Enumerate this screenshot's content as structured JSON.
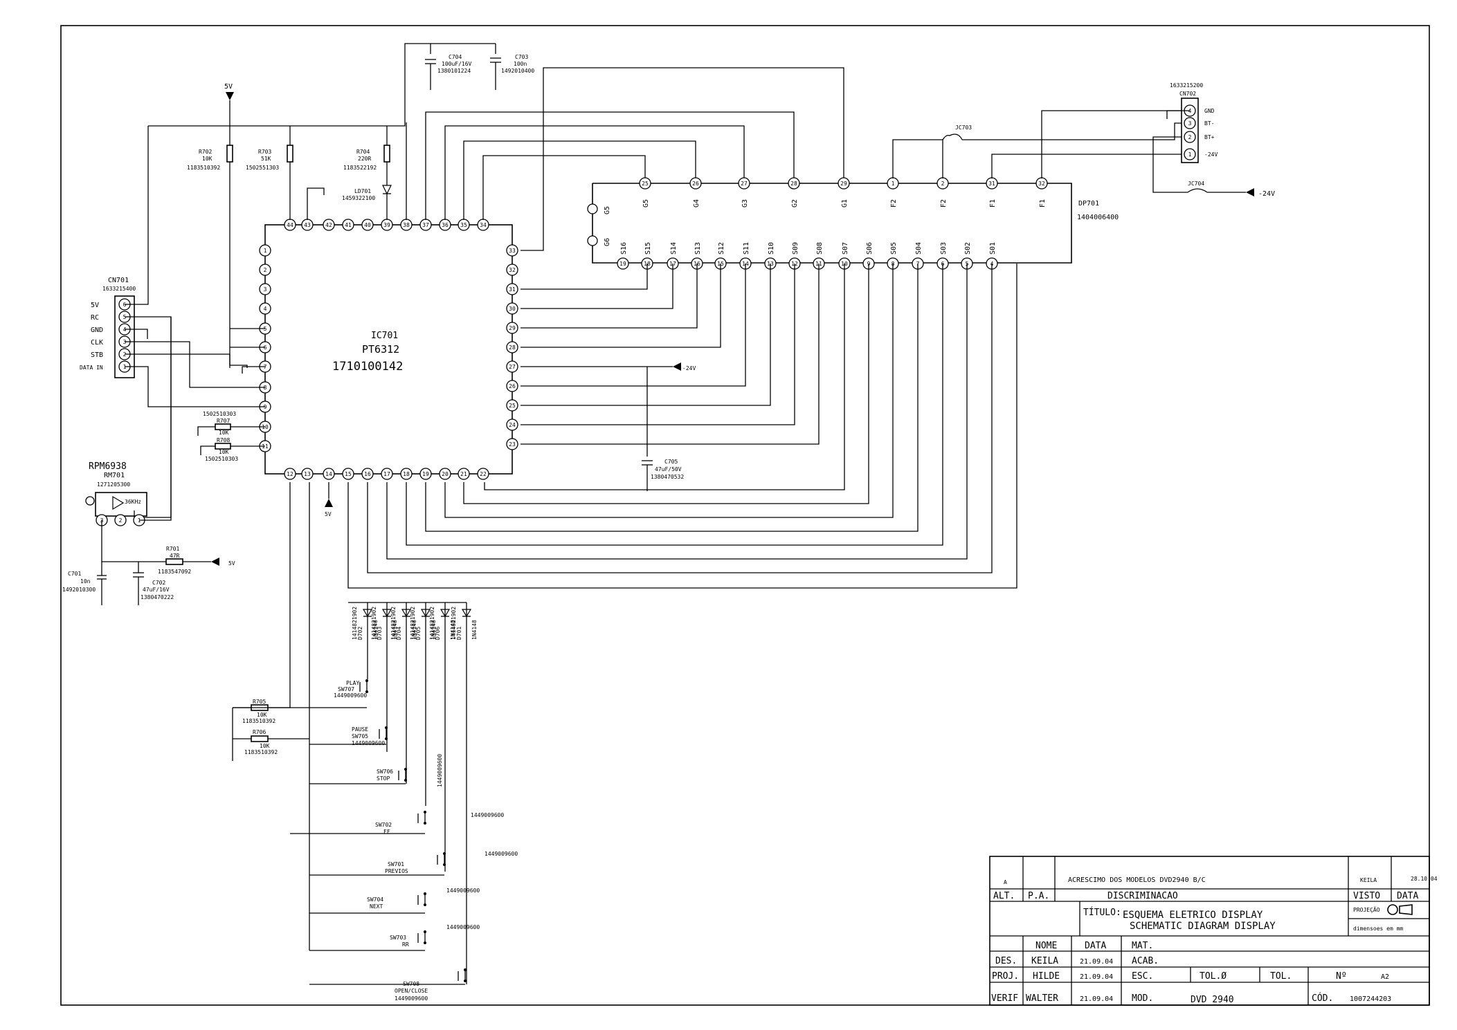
{
  "ic": {
    "ref": "IC701",
    "part": "PT6312",
    "code": "1710100142"
  },
  "top_pins": [
    "44",
    "43",
    "42",
    "41",
    "40",
    "39",
    "38",
    "37",
    "36",
    "35",
    "34"
  ],
  "left_pins": [
    "1",
    "2",
    "3",
    "4",
    "5",
    "6",
    "7",
    "8",
    "9",
    "10",
    "11"
  ],
  "bottom_pins": [
    "12",
    "13",
    "14",
    "15",
    "16",
    "17",
    "18",
    "19",
    "20",
    "21",
    "22"
  ],
  "right_pins": [
    "33",
    "32",
    "31",
    "30",
    "29",
    "28",
    "27",
    "26",
    "25",
    "24",
    "23"
  ],
  "power": {
    "top": "5V",
    "ir": "5V",
    "bottom": "5V",
    "neg_mid": "-24V",
    "neg_right": "-24V"
  },
  "cn701": {
    "ref": "CN701",
    "code": "1633215400",
    "labels": [
      "5V",
      "RC",
      "GND",
      "CLK",
      "STB",
      "DATA IN"
    ],
    "pins": [
      "6",
      "5",
      "4",
      "3",
      "2",
      "1"
    ]
  },
  "cn702": {
    "code": "1633215200",
    "ref": "CN702",
    "labels": [
      "GND",
      "BT-",
      "BT+",
      "-24V"
    ],
    "pins": [
      "4",
      "3",
      "2",
      "1"
    ]
  },
  "resistors": {
    "r702": {
      "ref": "R702",
      "value": "10K",
      "code": "1183510392"
    },
    "r703": {
      "ref": "R703",
      "value": "51K",
      "code": "1502551303"
    },
    "r704": {
      "ref": "R704",
      "value": "220R",
      "code": "1183522192"
    },
    "r707": {
      "ref": "R707",
      "value": "10K",
      "code": "1502510303"
    },
    "r708": {
      "ref": "R708",
      "value": "10K",
      "code": "1502510303"
    },
    "r701": {
      "ref": "R701",
      "value": "47R",
      "code": "1183547092"
    },
    "r705": {
      "ref": "R705",
      "value": "10K",
      "code": "1183510392"
    },
    "r706": {
      "ref": "R706",
      "value": "10K",
      "code": "1183510392"
    }
  },
  "led": {
    "ref": "LD701",
    "code": "1459322100"
  },
  "capacitors": {
    "c704": {
      "ref": "C704",
      "value": "100uF/16V",
      "code": "1380101224"
    },
    "c703": {
      "ref": "C703",
      "value": "100n",
      "code": "1492010400"
    },
    "c705": {
      "ref": "C705",
      "value": "47uF/50V",
      "code": "1380470532"
    },
    "c701": {
      "ref": "C701",
      "value": "10n",
      "code": "1492010300"
    },
    "c702": {
      "ref": "C702",
      "value": "47uF/16V",
      "code": "1380470222"
    }
  },
  "rm": {
    "name": "RPM6938",
    "ref": "RM701",
    "code": "1271205300",
    "freq": "36KHz",
    "pins": [
      "3",
      "2",
      "1"
    ]
  },
  "vfd": {
    "ref": "DP701",
    "code": "1404006400",
    "top_pins": [
      "25",
      "26",
      "27",
      "28",
      "29",
      "1",
      "2",
      "31",
      "32"
    ],
    "top_labels": [
      "G5",
      "G4",
      "G3",
      "G2",
      "G1",
      "F2",
      "F2",
      "F1",
      "F1"
    ],
    "side_labels": [
      "G5",
      "G6"
    ],
    "bottom_pins": [
      "19",
      "18",
      "17",
      "16",
      "15",
      "14",
      "13",
      "12",
      "11",
      "10",
      "9",
      "8",
      "7",
      "6",
      "5",
      "4"
    ],
    "bottom_labels": [
      "S16",
      "S15",
      "S14",
      "S13",
      "S12",
      "S11",
      "S10",
      "S09",
      "S08",
      "S07",
      "S06",
      "S05",
      "S04",
      "S03",
      "S02",
      "S01"
    ]
  },
  "jumpers": {
    "jc703": "JC703",
    "jc704": "JC704"
  },
  "diodes": [
    {
      "code": "1414821902",
      "ref": "D702",
      "type": "1N4148"
    },
    {
      "code": "1414821902",
      "ref": "D703",
      "type": "1N4148"
    },
    {
      "code": "1414821902",
      "ref": "D704",
      "type": "1N4148"
    },
    {
      "code": "1414821902",
      "ref": "D705",
      "type": "1N4148"
    },
    {
      "code": "1414821902",
      "ref": "D706",
      "type": "1N4148"
    },
    {
      "code": "1414821902",
      "ref": "D701",
      "type": "1N4148"
    }
  ],
  "switches": {
    "sw707": {
      "label": "PLAY",
      "ref": "SW707",
      "code": "1449009600"
    },
    "sw705": {
      "label": "PAUSE",
      "ref": "SW705",
      "code": "1449009600"
    },
    "sw706": {
      "ref": "SW706",
      "label": "STOP"
    },
    "sw702": {
      "ref": "SW702",
      "label": "FF"
    },
    "sw701": {
      "ref": "SW701",
      "label": "PREVIOS"
    },
    "sw704": {
      "ref": "SW704",
      "label": "NEXT"
    },
    "sw703": {
      "ref": "SW703",
      "label": "RR"
    },
    "sw708": {
      "ref": "SW708",
      "label": "OPEN/CLOSE",
      "code": "1449009600"
    },
    "codes": [
      "1449009600",
      "1449009600",
      "1449009600",
      "1449009600",
      "1449009600"
    ]
  },
  "title_block": {
    "rev": "A",
    "rev_desc": "ACRESCIMO DOS MODELOS DVD2940 B/C",
    "rev_by": "KEILA",
    "rev_date": "28.10.04",
    "h_alt": "ALT.",
    "h_pa": "P.A.",
    "h_disc": "DISCRIMINACAO",
    "h_visto": "VISTO",
    "h_data": "DATA",
    "titulo_label": "TÍTULO:",
    "title1": "ESQUEMA ELETRICO DISPLAY",
    "title2": "SCHEMATIC DIAGRAM DISPLAY",
    "projecao": "PROJEÇÃO",
    "dims": "dimensoes em mm",
    "nome": "NOME",
    "data": "DATA",
    "mat": "MAT.",
    "des": "DES.",
    "des_name": "KEILA",
    "des_date": "21.09.04",
    "acab": "ACAB.",
    "proj": "PROJ.",
    "proj_name": "HILDE",
    "proj_date": "21.09.04",
    "esc": "ESC.",
    "tol1": "TOL.Ø",
    "tol2": "TOL.",
    "num": "Nº",
    "size": "A2",
    "verif": "VERIF",
    "verif_name": "WALTER",
    "verif_date": "21.09.04",
    "mod": "MOD.",
    "model": "DVD 2940",
    "cod": "CÓD.",
    "code": "1007244203"
  }
}
